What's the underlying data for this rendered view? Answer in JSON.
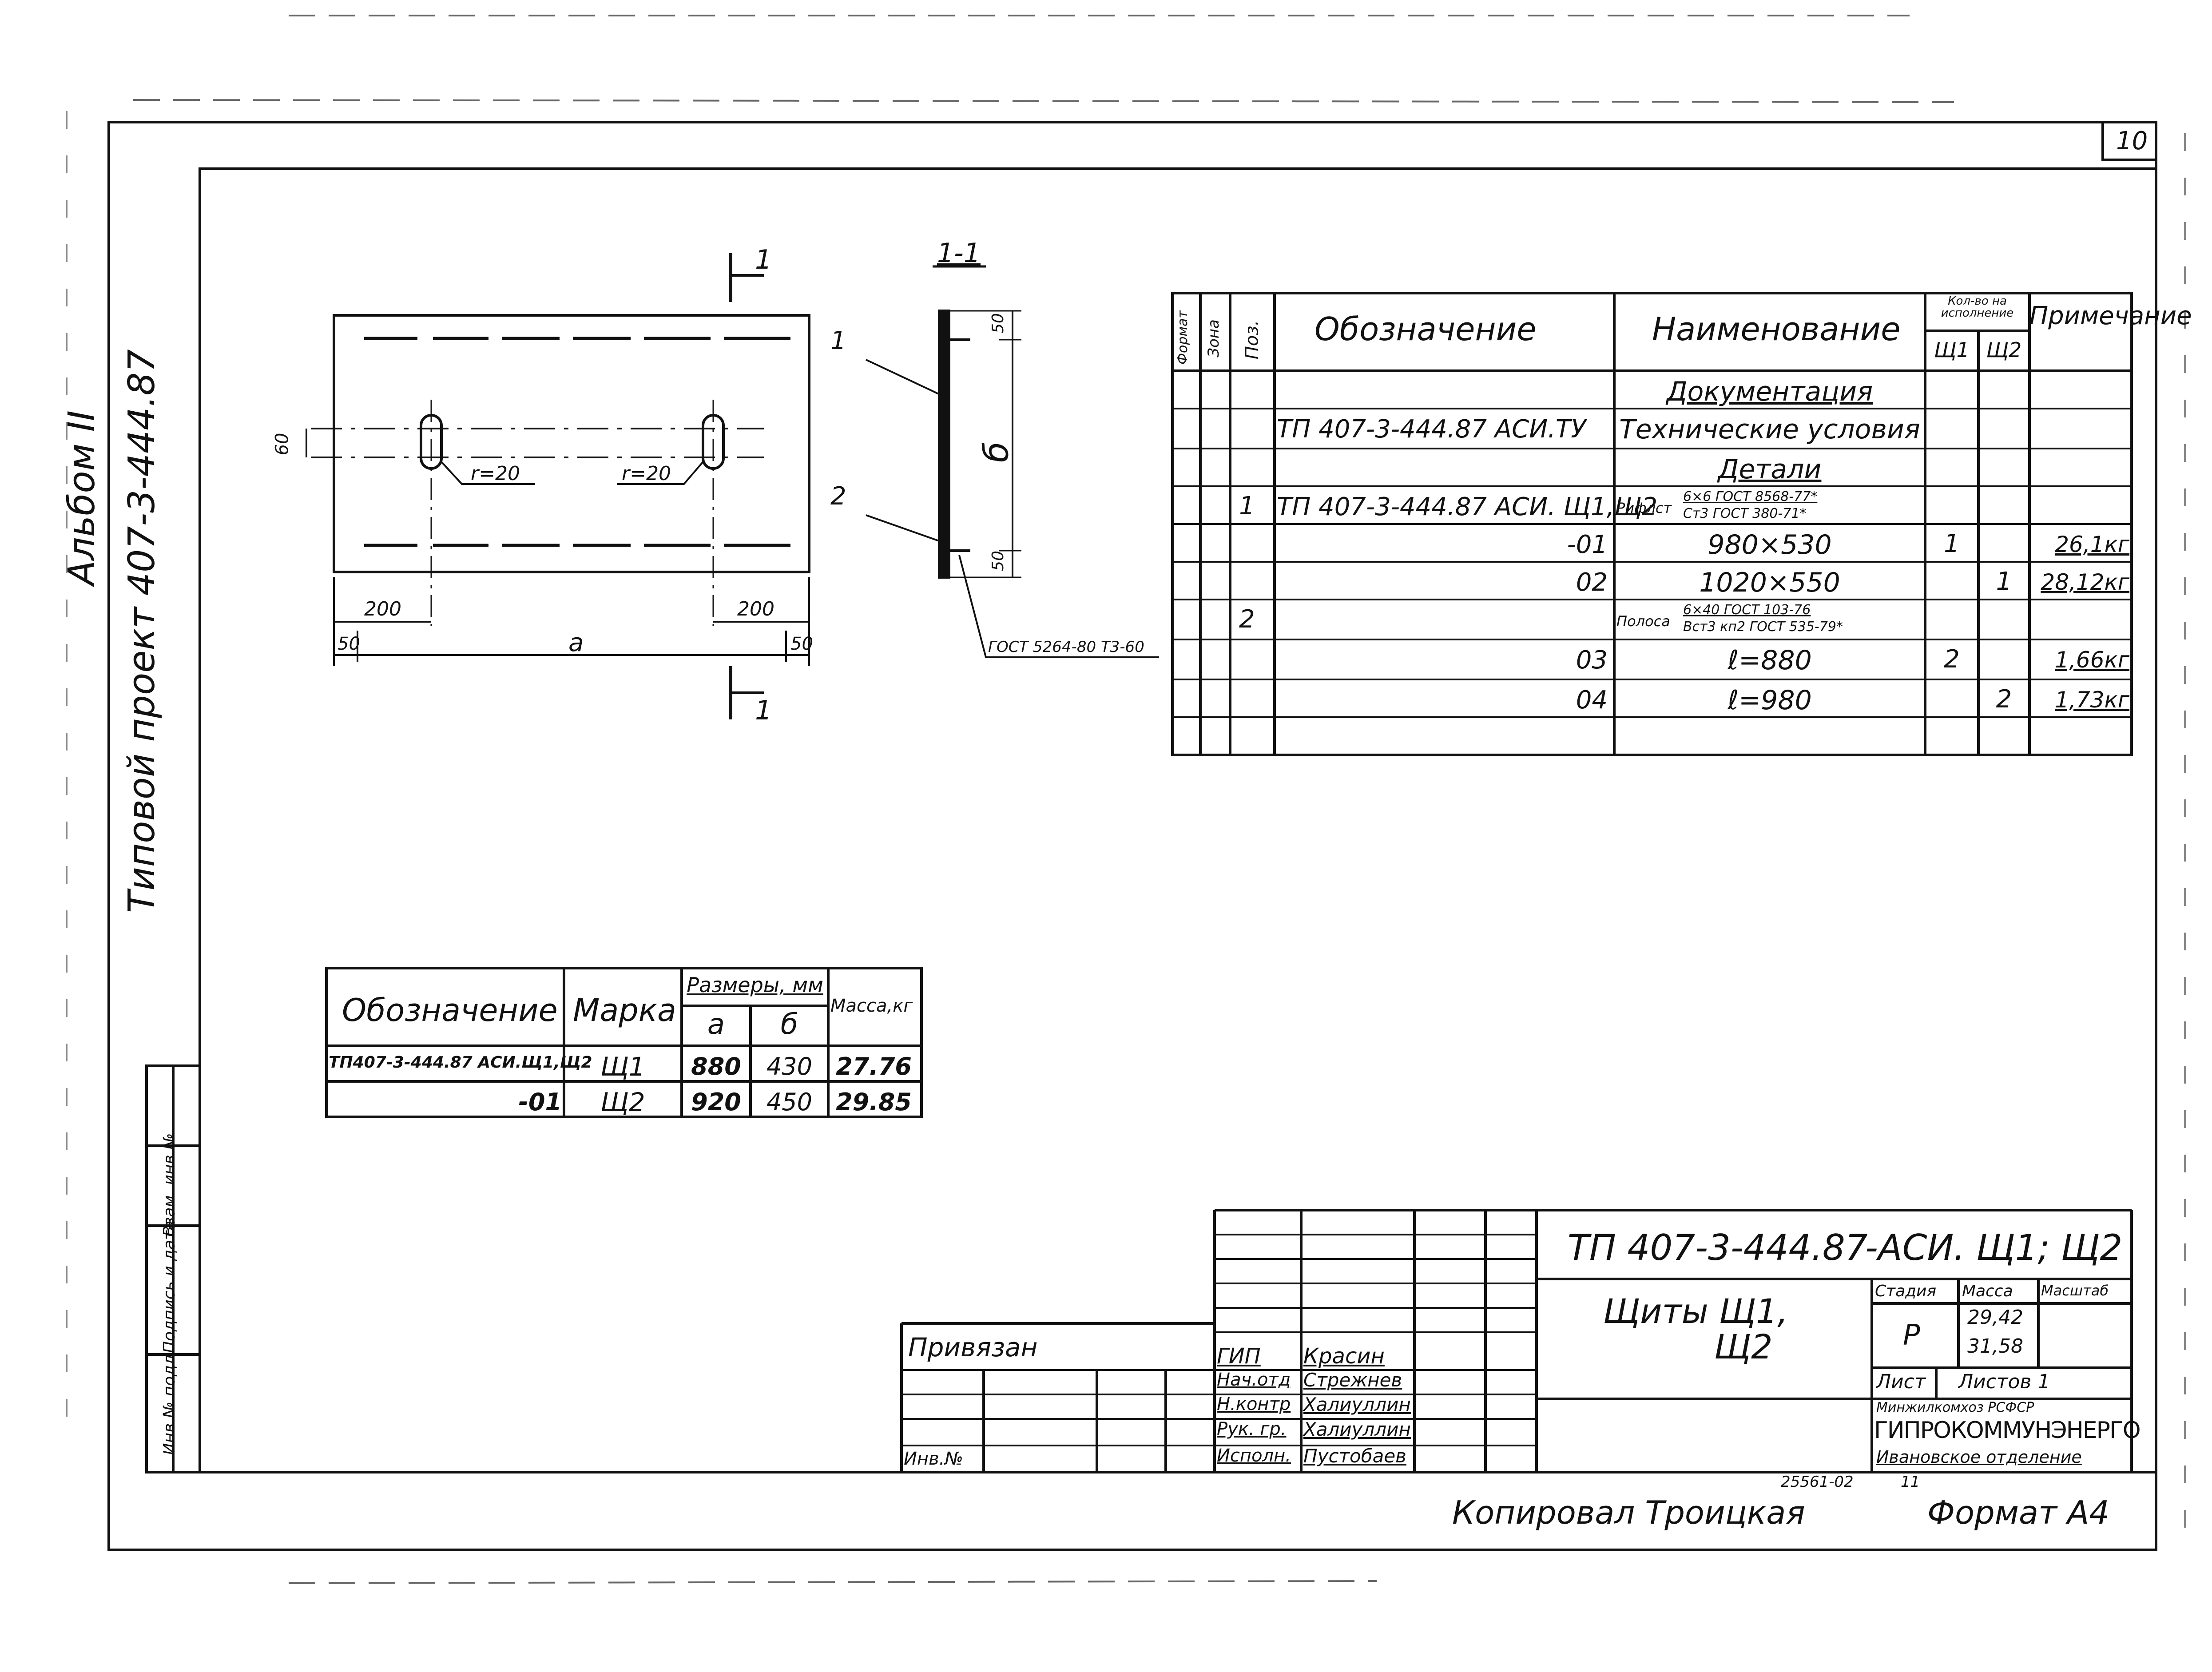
{
  "sheet_number": "10",
  "side_stamp": {
    "project_line1": "Типовой проект 407-3-444.87",
    "project_line2": "Альбом II",
    "cells": [
      "Инв.№ подл.",
      "Подпись и дата",
      "Взам. инв.№"
    ]
  },
  "drawing": {
    "section_mark": "1",
    "section_label": "1-1",
    "leader1": "1",
    "leader2": "2",
    "r_left": "r=20",
    "r_right": "r=20",
    "dim_60": "60",
    "dim_200_left": "200",
    "dim_200_right": "200",
    "dim_50_left": "50",
    "dim_50_right": "50",
    "dim_a": "a",
    "dim_b": "б",
    "dim_50_top": "50",
    "dim_50_bot": "50",
    "weld_note": "ГОСТ 5264-80 Т3-60"
  },
  "spec_table": {
    "headers": {
      "format": "Формат",
      "zone": "Зона",
      "pos": "Поз.",
      "designation": "Обозначение",
      "name": "Наименование",
      "qty_top": "Кол-во на исполнение",
      "qty_1": "Щ1",
      "qty_2": "Щ2",
      "note": "Примечание"
    },
    "rows": [
      {
        "pos": "",
        "designation": "",
        "name": "Документация",
        "q1": "",
        "q2": "",
        "note": "",
        "underline": true
      },
      {
        "pos": "",
        "designation": "ТП 407-3-444.87 АСИ.ТУ",
        "name": "Технические условия",
        "q1": "",
        "q2": "",
        "note": ""
      },
      {
        "pos": "",
        "designation": "",
        "name": "Детали",
        "q1": "",
        "q2": "",
        "note": "",
        "underline": true
      },
      {
        "pos": "1",
        "designation": "ТП 407-3-444.87 АСИ. Щ1,Щ2",
        "name_prefix": "Рифлст",
        "name_top": "6×6 ГОСТ 8568-77*",
        "name_bottom": "Ст3 ГОСТ 380-71*",
        "q1": "",
        "q2": "",
        "note": ""
      },
      {
        "pos": "",
        "designation": "-01",
        "name": "980×530",
        "q1": "1",
        "q2": "",
        "note": "26,1кг"
      },
      {
        "pos": "",
        "designation": "02",
        "name": "1020×550",
        "q1": "",
        "q2": "1",
        "note": "28,12кг"
      },
      {
        "pos": "2",
        "designation": "",
        "name_prefix": "Полоса",
        "name_top": "6×40 ГОСТ 103-76",
        "name_bottom": "Вст3 кп2 ГОСТ 535-79*",
        "q1": "",
        "q2": "",
        "note": ""
      },
      {
        "pos": "",
        "designation": "03",
        "name": "ℓ=880",
        "q1": "2",
        "q2": "",
        "note": "1,66кг"
      },
      {
        "pos": "",
        "designation": "04",
        "name": "ℓ=980",
        "q1": "",
        "q2": "2",
        "note": "1,73кг"
      },
      {
        "pos": "",
        "designation": "",
        "name": "",
        "q1": "",
        "q2": "",
        "note": ""
      }
    ]
  },
  "mark_table": {
    "headers": {
      "designation": "Обозначение",
      "mark": "Марка",
      "sizes": "Размеры, мм",
      "a": "a",
      "b": "б",
      "mass": "Масса,кг"
    },
    "rows": [
      {
        "designation": "ТП407-3-444.87 АСИ.Щ1,Щ2",
        "mark": "Щ1",
        "a": "880",
        "b": "430",
        "mass": "27.76"
      },
      {
        "designation": "-01",
        "mark": "Щ2",
        "a": "920",
        "b": "450",
        "mass": "29.85"
      }
    ]
  },
  "title_block": {
    "code": "ТП 407-3-444.87",
    "code_suffix": "-АСИ. Щ1; Щ2",
    "name_line1": "Щиты Щ1,",
    "name_line2": "Щ2",
    "stage_label": "Стадия",
    "mass_label": "Масса",
    "scale_label": "Масштаб",
    "stage": "Р",
    "mass1": "29,42",
    "mass2": "31,58",
    "sheet_label": "Лист",
    "sheets_label": "Листов 1",
    "org_line1": "Минжилкомхоз РСФСР",
    "org_line2": "ГИПРОКОММУНЭНЕРГО",
    "org_line3": "Ивановское отделение",
    "linked": "Привязан",
    "inv": "Инв.№",
    "roles": [
      {
        "role": "ГИП",
        "name": "Красин"
      },
      {
        "role": "Нач.отд",
        "name": "Стрежнев"
      },
      {
        "role": "Н.контр",
        "name": "Халиуллин"
      },
      {
        "role": "Рук. гр.",
        "name": "Халиуллин"
      },
      {
        "role": "Исполн.",
        "name": "Пустобаев"
      }
    ]
  },
  "footer": {
    "copied": "Копировал Троицкая",
    "doc_number": "25561-02",
    "doc_number2": "11",
    "format": "Формат А4"
  }
}
